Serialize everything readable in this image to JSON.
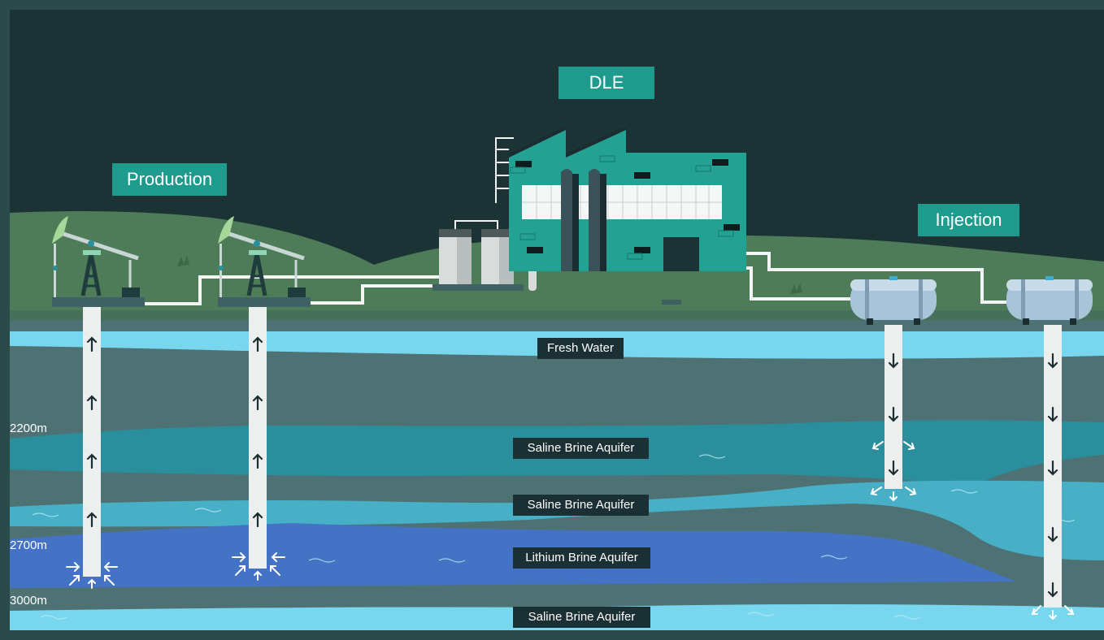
{
  "title": "DLE",
  "labels": {
    "production": "Production",
    "injection": "Injection",
    "fresh_water": "Fresh Water",
    "saline_1": "Saline Brine Aquifer",
    "saline_2": "Saline Brine Aquifer",
    "lithium": "Lithium Brine Aquifer",
    "saline_3": "Saline Brine Aquifer"
  },
  "depths": [
    "2200m",
    "2700m",
    "3000m"
  ],
  "colors": {
    "sky": "#1b3335",
    "ground": "#4e7c58",
    "rock": "#4e7274",
    "fresh_water": "#79d6ef",
    "saline_brine": "#2a8e9c",
    "saline_brine_light": "#47b0c7",
    "lithium_brine": "#4472c4",
    "plant": "#1f9b8e",
    "label_teal": "#1f9b8e",
    "label_dark": "#1a3034"
  },
  "icons": [
    "pump-jack-icon",
    "factory-icon",
    "storage-tank-icon",
    "up-arrow-icon",
    "down-arrow-icon",
    "inflow-arrow-icon",
    "outflow-arrow-icon"
  ]
}
